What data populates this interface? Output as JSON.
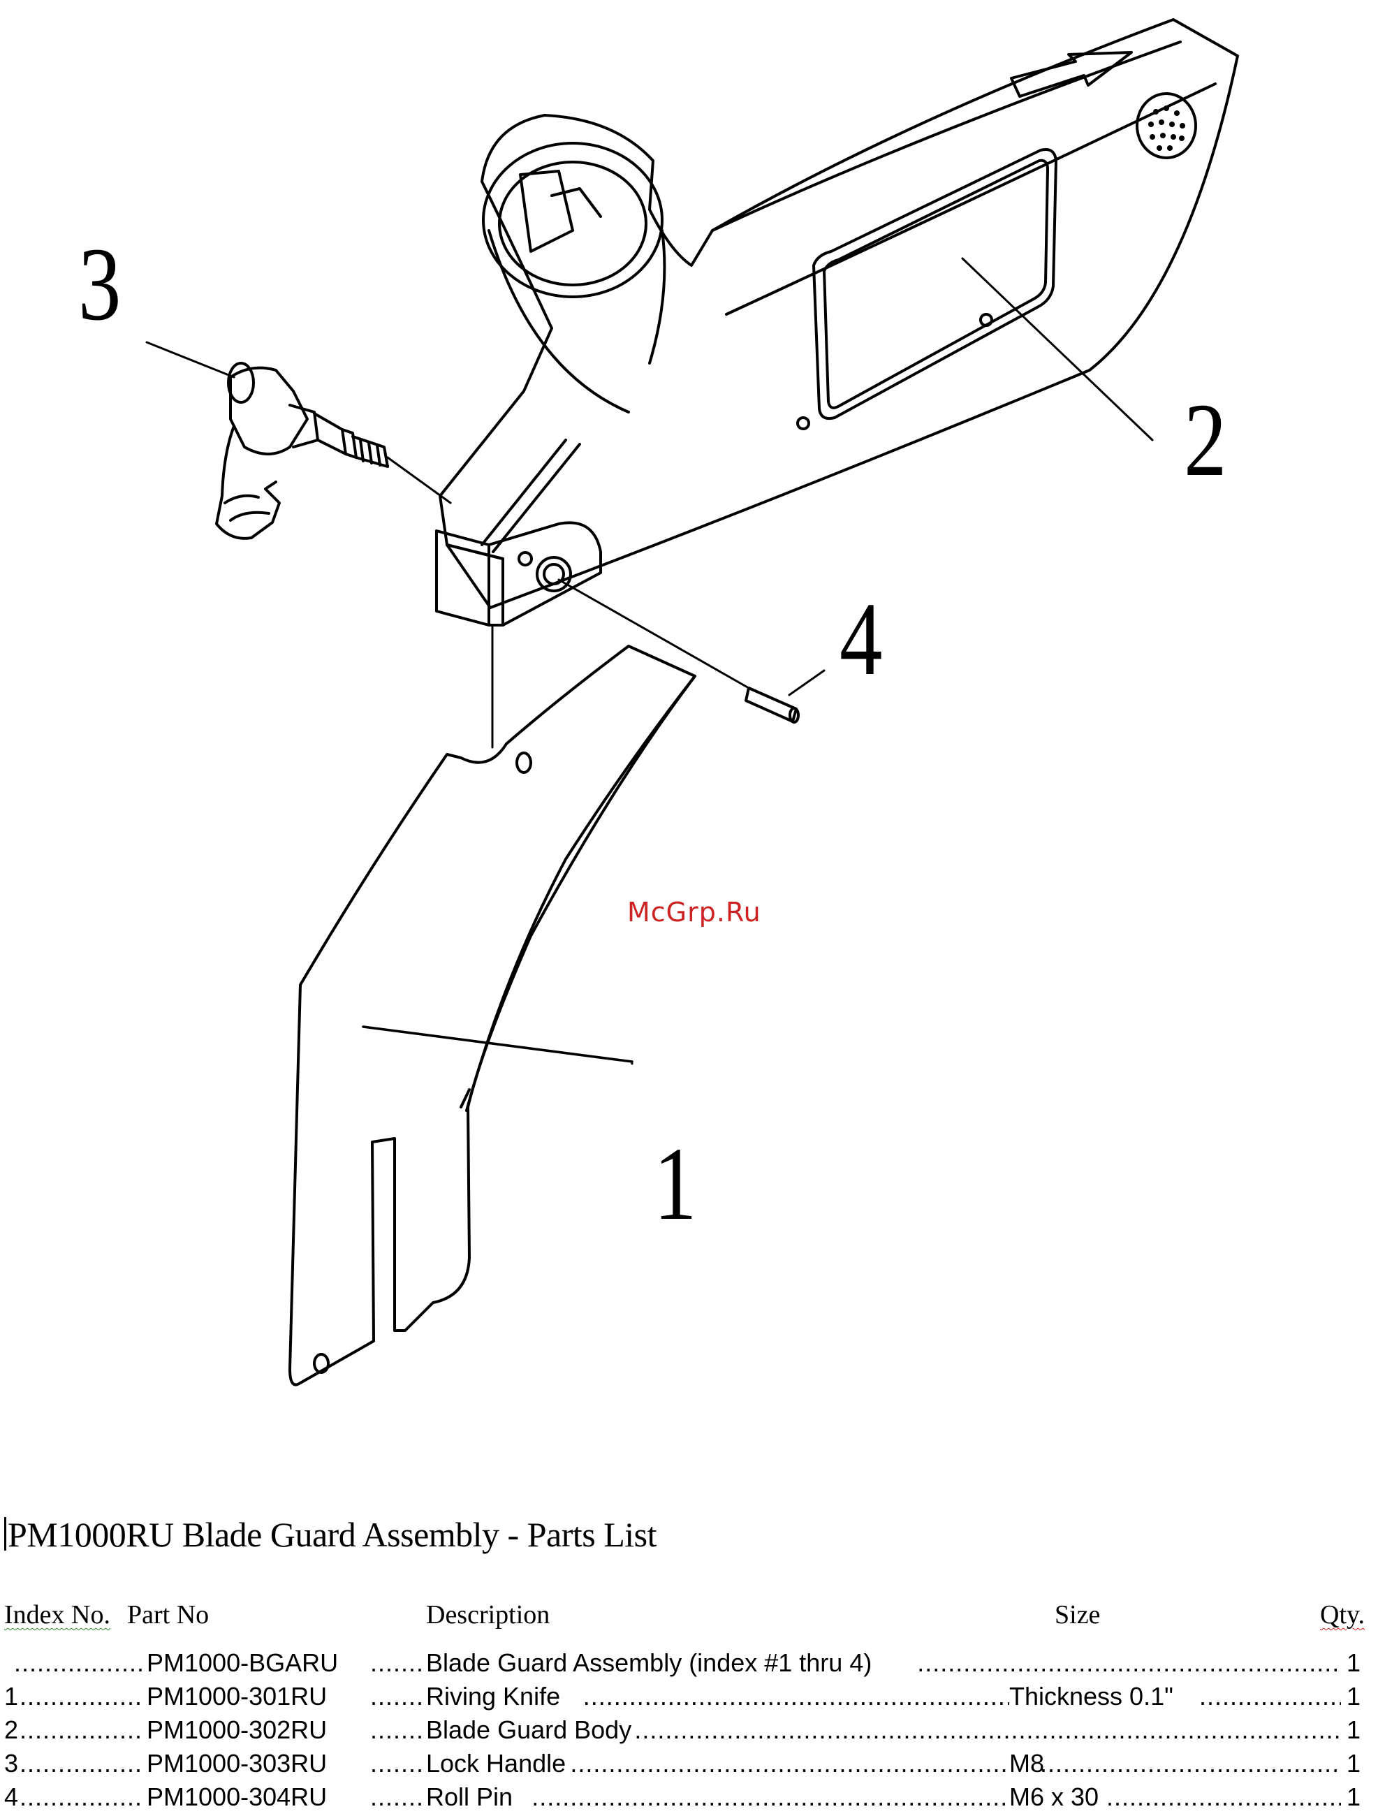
{
  "figure": {
    "callouts": [
      "1",
      "2",
      "3",
      "4"
    ],
    "watermark": "McGrp.Ru"
  },
  "parts_list": {
    "title": "PM1000RU Blade Guard Assembly - Parts List",
    "headers": {
      "index_no": "Index No.",
      "part_no": "Part No",
      "description": "Description",
      "size": "Size",
      "qty": "Qty."
    },
    "rows": [
      {
        "index": "",
        "part_no": "PM1000-BGARU",
        "description": "Blade Guard Assembly (index #1 thru 4)",
        "size": "",
        "qty": "1"
      },
      {
        "index": "1",
        "part_no": "PM1000-301RU",
        "description": "Riving Knife",
        "size": "Thickness 0.1\"",
        "qty": "1"
      },
      {
        "index": "2",
        "part_no": "PM1000-302RU",
        "description": "Blade Guard Body",
        "size": "",
        "qty": "1"
      },
      {
        "index": "3",
        "part_no": "PM1000-303RU",
        "description": "Lock Handle",
        "size": "M8",
        "qty": "1"
      },
      {
        "index": "4",
        "part_no": "PM1000-304RU",
        "description": "Roll Pin",
        "size": "M6 x 30",
        "qty": "1"
      }
    ]
  }
}
